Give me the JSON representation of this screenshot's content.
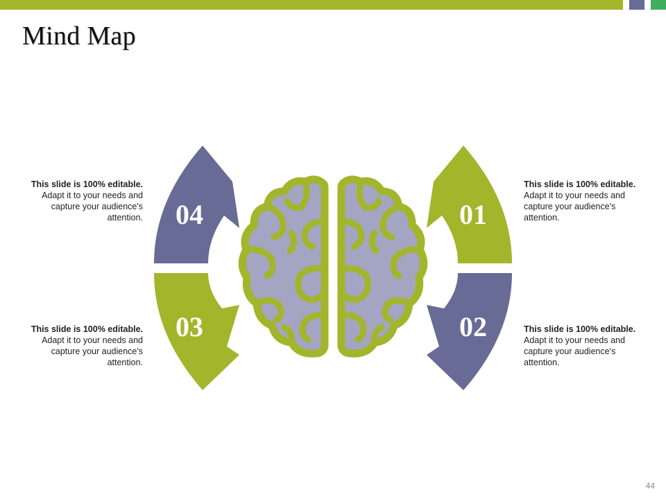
{
  "slide": {
    "title": "Mind Map",
    "page_number": "44"
  },
  "colors": {
    "green": "#a3b52a",
    "purple": "#676b95",
    "accent_green": "#3fae5f",
    "brain_fill": "#a3a5c3",
    "brain_outline": "#a3b52a"
  },
  "segments": [
    {
      "number": "01",
      "color": "green",
      "bold": "This slide is 100% editable.",
      "text": " Adapt it to your needs and capture your audience's attention."
    },
    {
      "number": "02",
      "color": "purple",
      "bold": "This slide is 100% editable.",
      "text": " Adapt it to your needs and capture your audience's attention."
    },
    {
      "number": "03",
      "color": "green",
      "bold": "This slide is 100% editable.",
      "text": " Adapt it to your needs and capture your audience's attention."
    },
    {
      "number": "04",
      "color": "purple",
      "bold": "This slide is 100% editable.",
      "text": " Adapt it to your needs and capture your audience's attention."
    }
  ],
  "center_icon": "brain-icon"
}
